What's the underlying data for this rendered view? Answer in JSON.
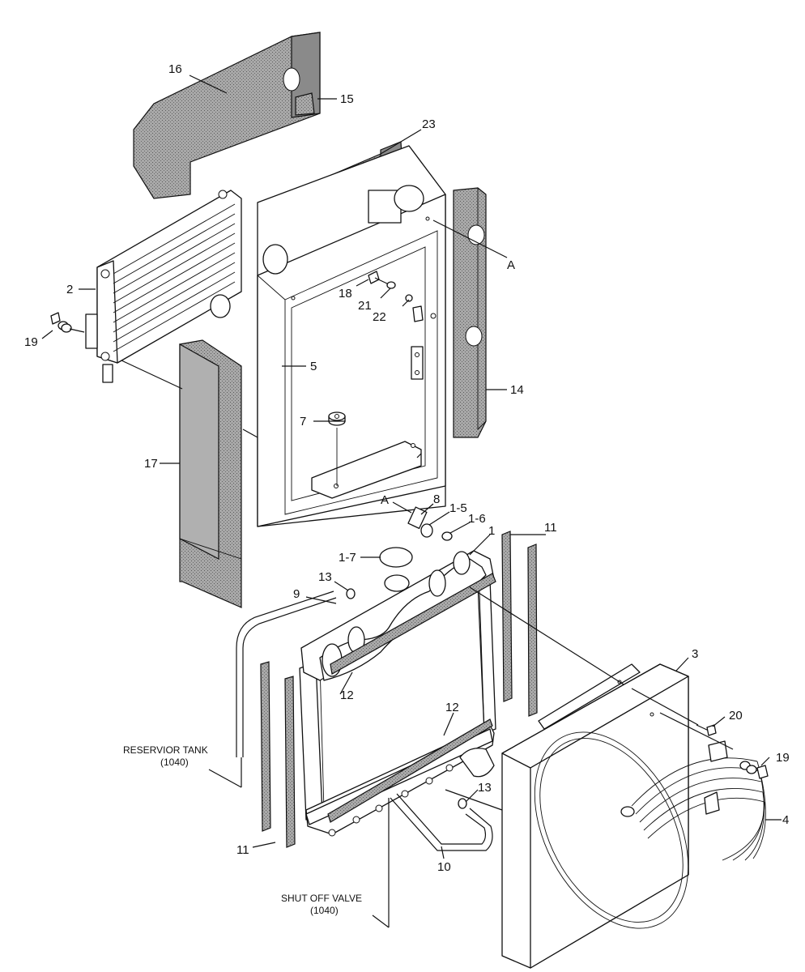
{
  "callouts": {
    "c16": "16",
    "c15": "15",
    "c23": "23",
    "c2": "2",
    "cA_top": "A",
    "c18": "18",
    "c21": "21",
    "c22": "22",
    "c19_left": "19",
    "c5": "5",
    "c14": "14",
    "c7": "7",
    "c17": "17",
    "cA_bottom": "A",
    "c8": "8",
    "c1_5": "1-5",
    "c1_6": "1-6",
    "c1": "1",
    "c11_top": "11",
    "c1_7": "1-7",
    "c13_top": "13",
    "c9": "9",
    "c3": "3",
    "c12_left": "12",
    "c12_right": "12",
    "c20": "20",
    "c19_right": "19",
    "c13_bottom": "13",
    "c4": "4",
    "c11_bottom": "11",
    "c10": "10"
  },
  "notes": {
    "reservior_tank": "RESERVIOR TANK",
    "reservior_tank_ref": "(1040)",
    "shut_off_valve": "SHUT OFF VALVE",
    "shut_off_valve_ref": "(1040)"
  },
  "colors": {
    "line": "#111111",
    "pad_fill": "#9a9a9a",
    "background": "#ffffff"
  }
}
